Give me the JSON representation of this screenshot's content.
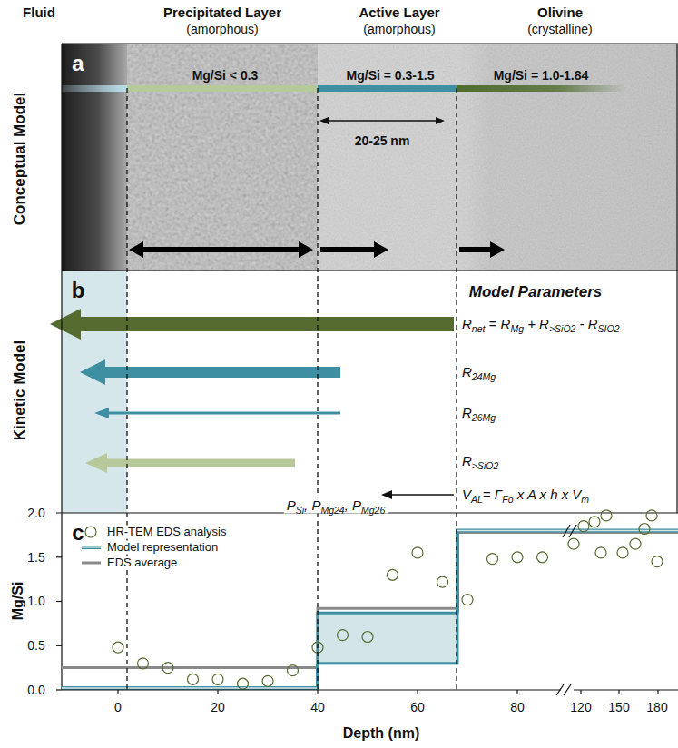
{
  "diagram": {
    "labels": [
      "Fluid",
      "Precipitated Layer",
      "(amorphous)",
      "Active Layer",
      "(amorphous)",
      "Olivine",
      "(crystalline)",
      "a",
      "Mg/Si < 0.3",
      "Mg/Si = 0.3-1.5",
      "Mg/Si = 1.0-1.84",
      "20-25 nm",
      "Conceptual Model",
      "b",
      "Model Parameters",
      "Rnet = RMg + R>SiO2 - RSIO2",
      "R24Mg",
      "R26Mg",
      "R>SiO2",
      "VAL= ΓFo x A x h x Vm",
      "PSi, PMg24, PMg26",
      "Kinetic Model",
      "c",
      "2.0",
      "1.5",
      "1.0",
      "0.5",
      "0.0",
      "Mg/Si",
      "0",
      "20",
      "40",
      "60",
      "80",
      "120",
      "150",
      "180",
      "Depth (nm)"
    ],
    "legend": [
      {
        "text": "HR-TEM EDS analysis"
      },
      {
        "text": "Model representation"
      },
      {
        "text": "EDS average"
      }
    ]
  }
}
